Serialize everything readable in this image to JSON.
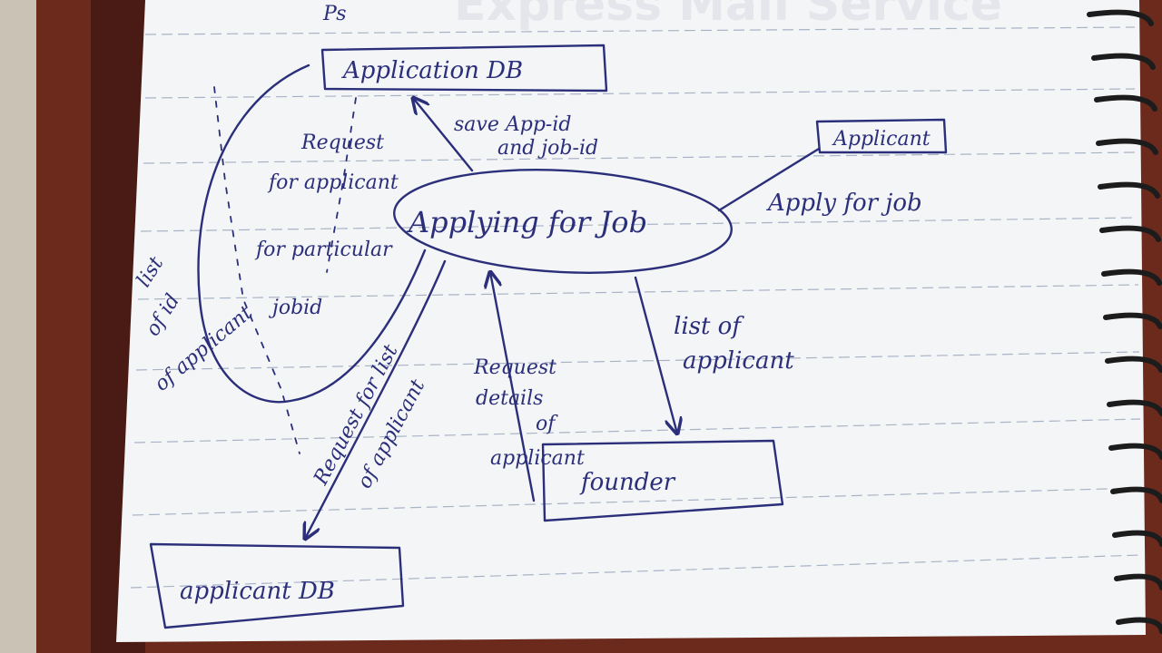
{
  "watermark": "Express Mail Service",
  "corner_note": "Ps",
  "process": {
    "label": "Applying for Job"
  },
  "entities": {
    "application_db": "Application DB",
    "applicant": "Applicant",
    "applicant_db": "applicant DB",
    "founder": "founder"
  },
  "flows": {
    "save_ids": [
      "save App-id",
      "and job-id"
    ],
    "apply_for_job": "Apply for job",
    "request_applicant_particular": [
      "Request",
      "for applicant",
      "for particular",
      "jobid"
    ],
    "list_of_id": [
      "list",
      "of id",
      "of applicant"
    ],
    "request_for_list": [
      "Request for list",
      "of applicant"
    ],
    "request_details": [
      "Request",
      "details",
      "of",
      "applicant"
    ],
    "list_of_applicant": [
      "list of",
      "applicant"
    ]
  }
}
